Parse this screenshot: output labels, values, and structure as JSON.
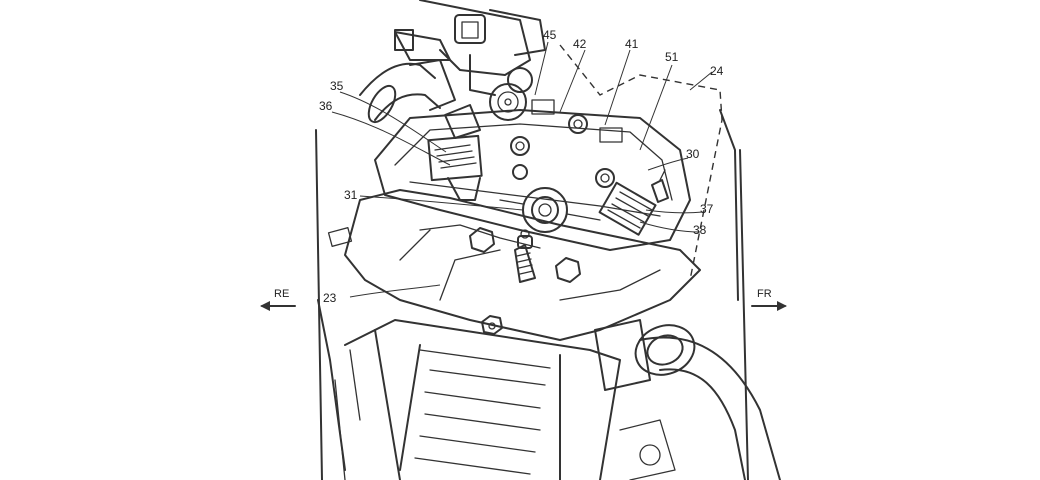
{
  "figure": {
    "callouts": {
      "n23": "23",
      "n24": "24",
      "n30": "30",
      "n31": "31",
      "n35": "35",
      "n36": "36",
      "n37": "37",
      "n38": "38",
      "n41": "41",
      "n42": "42",
      "n45": "45",
      "n51": "51"
    },
    "directions": {
      "rear": "RE",
      "front": "FR"
    },
    "colors": {
      "line": "#333333",
      "background": "#ffffff"
    }
  }
}
